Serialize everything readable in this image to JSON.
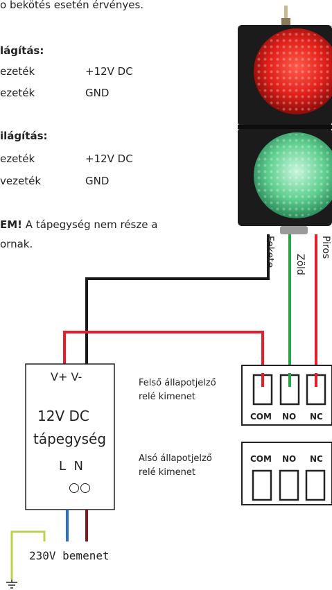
{
  "intro": {
    "line": "o bekötés esetén érvényes."
  },
  "top_light": {
    "title": "lágítás:",
    "rows": [
      {
        "wire": "ezeték",
        "value": "+12V DC"
      },
      {
        "wire": "ezeték",
        "value": "GND"
      }
    ]
  },
  "bottom_light": {
    "title": "ilágítás:",
    "rows": [
      {
        "wire": "ezeték",
        "value": "+12V DC"
      },
      {
        "wire": "vezeték",
        "value": "GND"
      }
    ]
  },
  "note": {
    "bold": "EM!",
    "text": " A tápegység nem része a",
    "line2": "ornak."
  },
  "wire_labels": {
    "black": "Fekete",
    "green": "Zöld",
    "red": "Piros"
  },
  "power_supply": {
    "terminals_top": "V+ V-",
    "line1": "12V DC",
    "line2": "tápegység",
    "terminals_bottom": "L  N"
  },
  "relay_upper": {
    "label1": "Felső állapotjelző",
    "label2": "relé kimenet",
    "pins": [
      "COM",
      "NO",
      "NC"
    ]
  },
  "relay_lower": {
    "label1": "Alsó állapotjelző",
    "label2": "relé kimenet",
    "pins": [
      "COM",
      "NO",
      "NC"
    ]
  },
  "mains": {
    "label": "230V bemenet"
  },
  "colors": {
    "red": "#e0202a",
    "green": "#2aa24a",
    "black": "#1a1a1a",
    "blue": "#2a6fc0",
    "brown": "#7a1a1a",
    "yellowgreen": "#b8d44a"
  }
}
